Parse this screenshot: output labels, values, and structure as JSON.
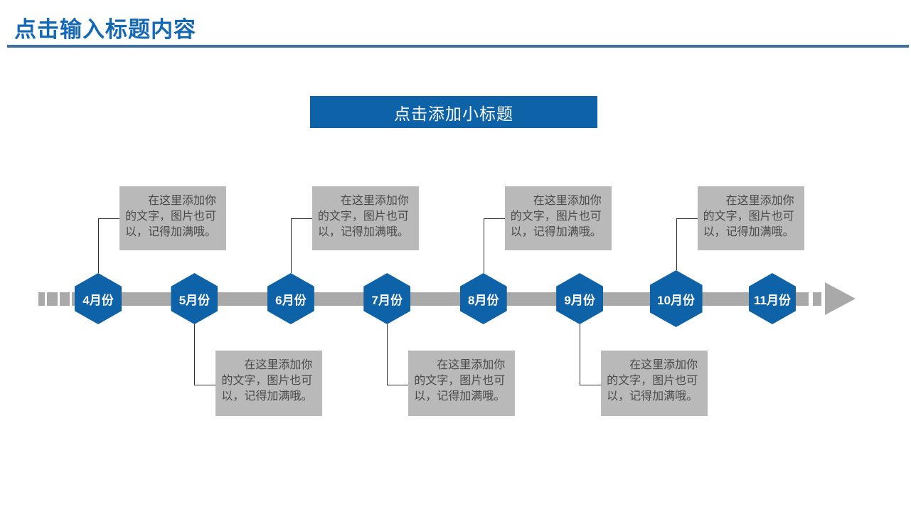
{
  "slide": {
    "title": "点击输入标题内容",
    "subtitle": "点击添加小标题"
  },
  "colors": {
    "title_blue": "#1568b4",
    "underline_blue": "#3b70a6",
    "accent_blue": "#0e62a8",
    "timeline_gray": "#a9a9a9",
    "note_bg_gray": "#b9b9b9",
    "note_text_gray": "#4a4a4a",
    "connector_dark": "#2f2f2f"
  },
  "timeline": {
    "months": [
      {
        "label": "4月份"
      },
      {
        "label": "5月份"
      },
      {
        "label": "6月份"
      },
      {
        "label": "7月份"
      },
      {
        "label": "8月份"
      },
      {
        "label": "9月份"
      },
      {
        "label": "10月份"
      },
      {
        "label": "11月份"
      }
    ],
    "notes": [
      {
        "anchor": "4月份",
        "position": "above",
        "text": "在这里添加你的文字，图片也可以，记得加满哦。"
      },
      {
        "anchor": "5月份",
        "position": "below",
        "text": "在这里添加你的文字，图片也可以，记得加满哦。"
      },
      {
        "anchor": "6月份",
        "position": "above",
        "text": "在这里添加你的文字，图片也可以，记得加满哦。"
      },
      {
        "anchor": "7月份",
        "position": "below",
        "text": "在这里添加你的文字，图片也可以，记得加满哦。"
      },
      {
        "anchor": "8月份",
        "position": "above",
        "text": "在这里添加你的文字，图片也可以，记得加满哦。"
      },
      {
        "anchor": "9月份",
        "position": "below",
        "text": "在这里添加你的文字，图片也可以，记得加满哦。"
      },
      {
        "anchor": "10月份",
        "position": "above",
        "text": "在这里添加你的文字，图片也可以，记得加满哦。"
      }
    ]
  }
}
